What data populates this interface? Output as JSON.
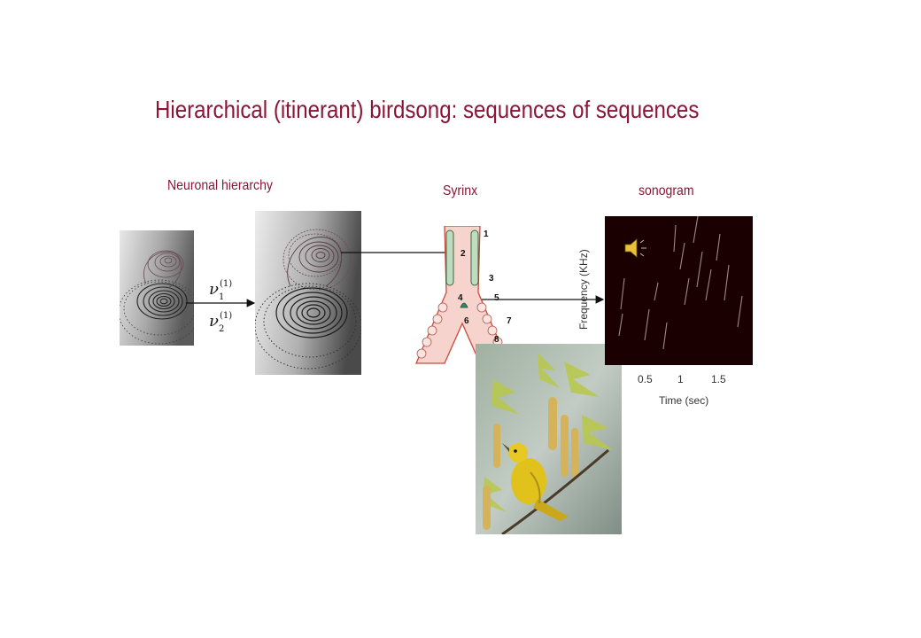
{
  "title": "Hierarchical (itinerant) birdsong: sequences of sequences",
  "labels": {
    "neuronal_hierarchy": "Neuronal hierarchy",
    "syrinx": "Syrinx",
    "sonogram": "sonogram"
  },
  "state_variables": {
    "v1": {
      "symbol": "ν",
      "sub": "1",
      "sup": "(1)"
    },
    "v2": {
      "symbol": "ν",
      "sub": "2",
      "sup": "(1)"
    }
  },
  "syrinx_numbers": [
    "1",
    "2",
    "3",
    "4",
    "5",
    "6",
    "7",
    "8"
  ],
  "sonogram": {
    "y_label": "Frequency (KHz)",
    "x_label": "Time (sec)",
    "x_ticks": [
      "0.5",
      "1",
      "1.5"
    ]
  },
  "colors": {
    "title": "#8b1538",
    "sonogram_bg": "#1a0000",
    "syrinx_fill": "#f6d3cc",
    "syrinx_cells": "#bfdcc0",
    "bird": "#e1c21c"
  },
  "icons": [
    "speaker-icon"
  ]
}
